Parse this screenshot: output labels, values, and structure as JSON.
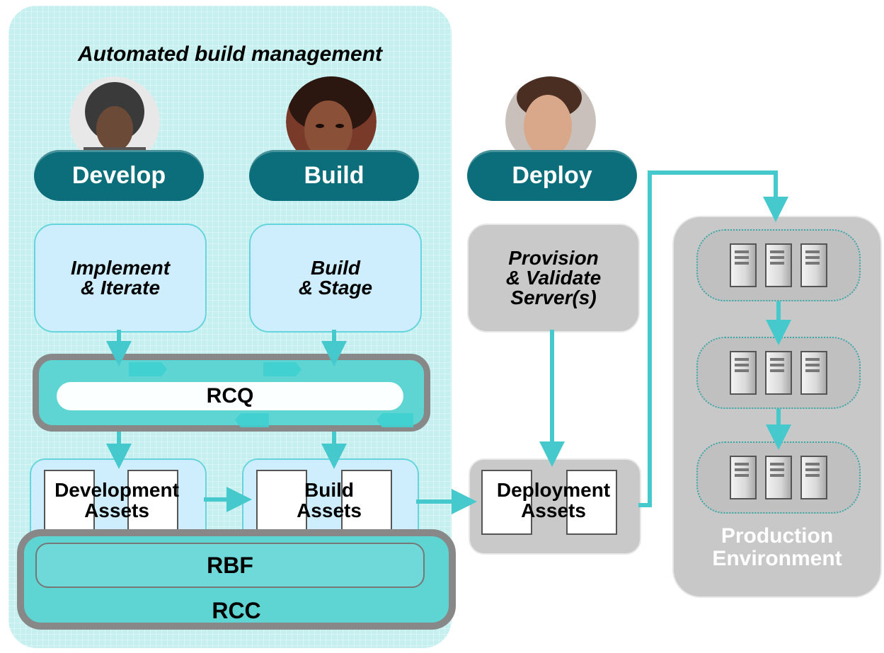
{
  "panel": {
    "title": "Automated build management"
  },
  "roles": [
    {
      "label": "Develop",
      "avatar_icon": "developer-portrait-icon"
    },
    {
      "label": "Build",
      "avatar_icon": "builder-portrait-icon"
    },
    {
      "label": "Deploy",
      "avatar_icon": "deployer-portrait-icon"
    }
  ],
  "tasks": {
    "develop": "Implement\n& Iterate",
    "build": "Build\n& Stage",
    "deploy": "Provision\n& Validate\nServer(s)"
  },
  "rcq": {
    "label": "RCQ"
  },
  "assets": {
    "development": "Development\nAssets",
    "build": "Build\nAssets",
    "deployment": "Deployment\nAssets"
  },
  "rbf": {
    "label": "RBF"
  },
  "rcc": {
    "label": "RCC"
  },
  "production": {
    "label": "Production\nEnvironment",
    "server_rows": 3,
    "servers_per_row": 3
  },
  "colors": {
    "teal_dark": "#0b6e7a",
    "teal_light": "#5fd5d3",
    "arrow": "#46c9cc",
    "light_blue_box": "#cfeefd",
    "gray_box": "#c9c9c9",
    "gray_border": "#888888"
  }
}
